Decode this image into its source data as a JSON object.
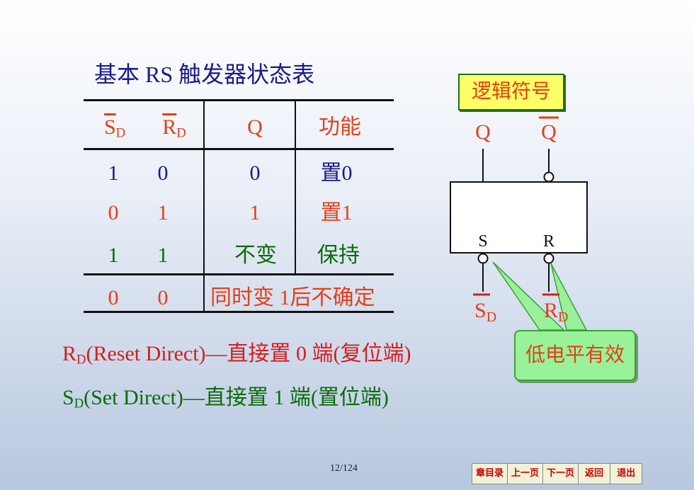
{
  "title": "基本 RS 触发器状态表",
  "table": {
    "headers": {
      "sd_main": "S",
      "sd_sub": "D",
      "rd_main": "R",
      "rd_sub": "D",
      "q": "Q",
      "func": "功能"
    },
    "rows": [
      {
        "sd": "1",
        "rd": "0",
        "q": "0",
        "func": "置0"
      },
      {
        "sd": "0",
        "rd": "1",
        "q": "1",
        "func": "置1"
      },
      {
        "sd": "1",
        "rd": "1",
        "q": "不变",
        "func": "保持"
      },
      {
        "sd": "0",
        "rd": "0",
        "merged": "同时变 1后不确定"
      }
    ]
  },
  "symbol": {
    "label": "逻辑符号",
    "q": "Q",
    "qbar": "Q",
    "s": "S",
    "r": "R",
    "sd_main": "S",
    "sd_sub": "D",
    "rd_main": "R",
    "rd_sub": "D",
    "callout": "低电平有效"
  },
  "notes": {
    "line1": {
      "main": "R",
      "sub": "D",
      "rest": "(Reset  Direct)—直接置 0 端(复位端)"
    },
    "line2": {
      "main": "S",
      "sub": "D",
      "rest": "(Set  Direct)—直接置 1 端(置位端)"
    }
  },
  "footer": {
    "page": "12/124",
    "nav": [
      "章目录",
      "上一页",
      "下一页",
      "返回",
      "退出"
    ]
  }
}
